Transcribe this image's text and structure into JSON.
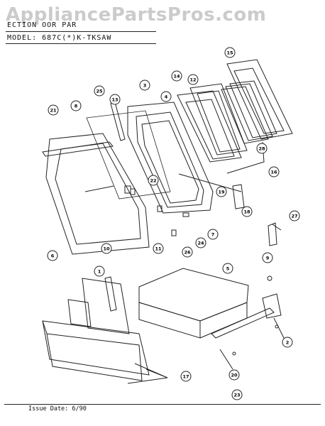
{
  "watermark": "AppliancePartsPros.com",
  "header": {
    "section_line": "ECTION  OOR PAR",
    "model_line": "MODEL: 687C(*)K-TKSAW"
  },
  "footer": {
    "issue_line": "Issue Date: 6/90"
  },
  "callouts": [
    "1",
    "2",
    "3",
    "4",
    "5",
    "6",
    "7",
    "8",
    "9",
    "10",
    "11",
    "12",
    "13",
    "14",
    "15",
    "16",
    "17",
    "18",
    "19",
    "20",
    "21",
    "22",
    "23",
    "24",
    "25",
    "26",
    "27",
    "28"
  ]
}
